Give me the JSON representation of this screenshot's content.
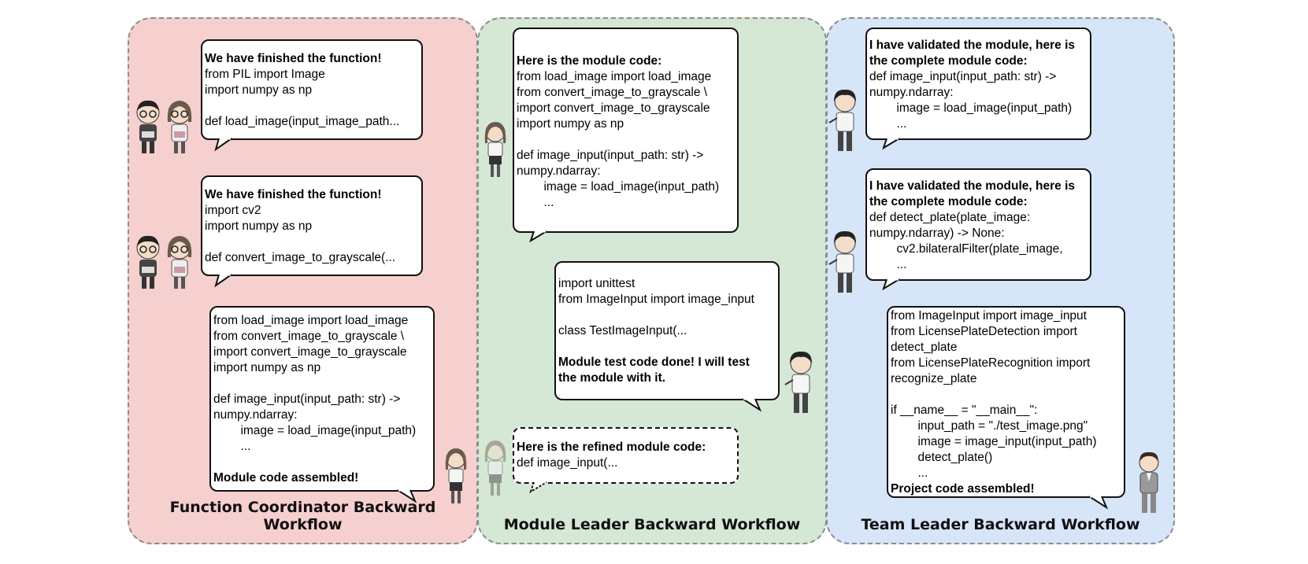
{
  "panels": {
    "function_coordinator": {
      "title": "Function Coordinator Backward Workflow",
      "bubbles": [
        {
          "lines": [
            {
              "text": "We have finished the function!",
              "bold": true
            },
            {
              "text": "from PIL import Image"
            },
            {
              "text": "import numpy as np"
            },
            {
              "text": ""
            },
            {
              "text": "def load_image(input_image_path..."
            }
          ]
        },
        {
          "lines": [
            {
              "text": "We have finished the function!",
              "bold": true
            },
            {
              "text": "import cv2"
            },
            {
              "text": "import numpy as np"
            },
            {
              "text": ""
            },
            {
              "text": "def convert_image_to_grayscale(..."
            }
          ]
        },
        {
          "lines": [
            {
              "text": "from load_image import load_image"
            },
            {
              "text": "from convert_image_to_grayscale \\"
            },
            {
              "text": "import convert_image_to_grayscale"
            },
            {
              "text": "import numpy as np"
            },
            {
              "text": ""
            },
            {
              "text": "def image_input(input_path: str) ->"
            },
            {
              "text": "numpy.ndarray:"
            },
            {
              "text": "        image = load_image(input_path)"
            },
            {
              "text": "        ..."
            },
            {
              "text": ""
            },
            {
              "text": "Module code assembled!",
              "bold": true
            }
          ]
        }
      ]
    },
    "module_leader": {
      "title": "Module Leader Backward Workflow",
      "bubbles": [
        {
          "lines": [
            {
              "text": "Here is the module code:",
              "bold": true
            },
            {
              "text": "from load_image import load_image"
            },
            {
              "text": "from convert_image_to_grayscale \\"
            },
            {
              "text": "import convert_image_to_grayscale"
            },
            {
              "text": "import numpy as np"
            },
            {
              "text": ""
            },
            {
              "text": "def image_input(input_path: str) ->"
            },
            {
              "text": "numpy.ndarray:"
            },
            {
              "text": "        image = load_image(input_path)"
            },
            {
              "text": "        ..."
            }
          ]
        },
        {
          "lines": [
            {
              "text": "import unittest"
            },
            {
              "text": "from ImageInput import image_input"
            },
            {
              "text": ""
            },
            {
              "text": "class TestImageInput(..."
            },
            {
              "text": ""
            },
            {
              "text": "Module test code done! I will test",
              "bold": true
            },
            {
              "text": "the module with it.",
              "bold": true
            }
          ]
        },
        {
          "lines": [
            {
              "text": "Here is the refined module code:",
              "bold": true
            },
            {
              "text": "def image_input(..."
            }
          ]
        }
      ]
    },
    "team_leader": {
      "title": "Team Leader Backward Workflow",
      "bubbles": [
        {
          "lines": [
            {
              "text": "I have validated the module, here is",
              "bold": true
            },
            {
              "text": "the complete module code:",
              "bold": true
            },
            {
              "text": "def image_input(input_path: str) ->"
            },
            {
              "text": "numpy.ndarray:"
            },
            {
              "text": "        image = load_image(input_path)"
            },
            {
              "text": "        ..."
            }
          ]
        },
        {
          "lines": [
            {
              "text": "I have validated the module, here is",
              "bold": true
            },
            {
              "text": "the complete module code:",
              "bold": true
            },
            {
              "text": "def detect_plate(plate_image:"
            },
            {
              "text": "numpy.ndarray) -> None:"
            },
            {
              "text": "        cv2.bilateralFilter(plate_image,"
            },
            {
              "text": "        ..."
            }
          ]
        },
        {
          "lines": [
            {
              "text": "from ImageInput import image_input"
            },
            {
              "text": "from LicensePlateDetection import"
            },
            {
              "text": "detect_plate"
            },
            {
              "text": "from LicensePlateRecognition import"
            },
            {
              "text": "recognize_plate"
            },
            {
              "text": ""
            },
            {
              "text": "if __name__ = \"__main__\":"
            },
            {
              "text": "        input_path = \"./test_image.png\""
            },
            {
              "text": "        image = image_input(input_path)"
            },
            {
              "text": "        detect_plate()"
            },
            {
              "text": "        ..."
            },
            {
              "text": "Project code assembled!",
              "bold": true
            }
          ]
        }
      ]
    }
  },
  "colors": {
    "function_coordinator_bg": "#f6cfcf",
    "module_leader_bg": "#d5e7d5",
    "team_leader_bg": "#d7e5f9"
  }
}
